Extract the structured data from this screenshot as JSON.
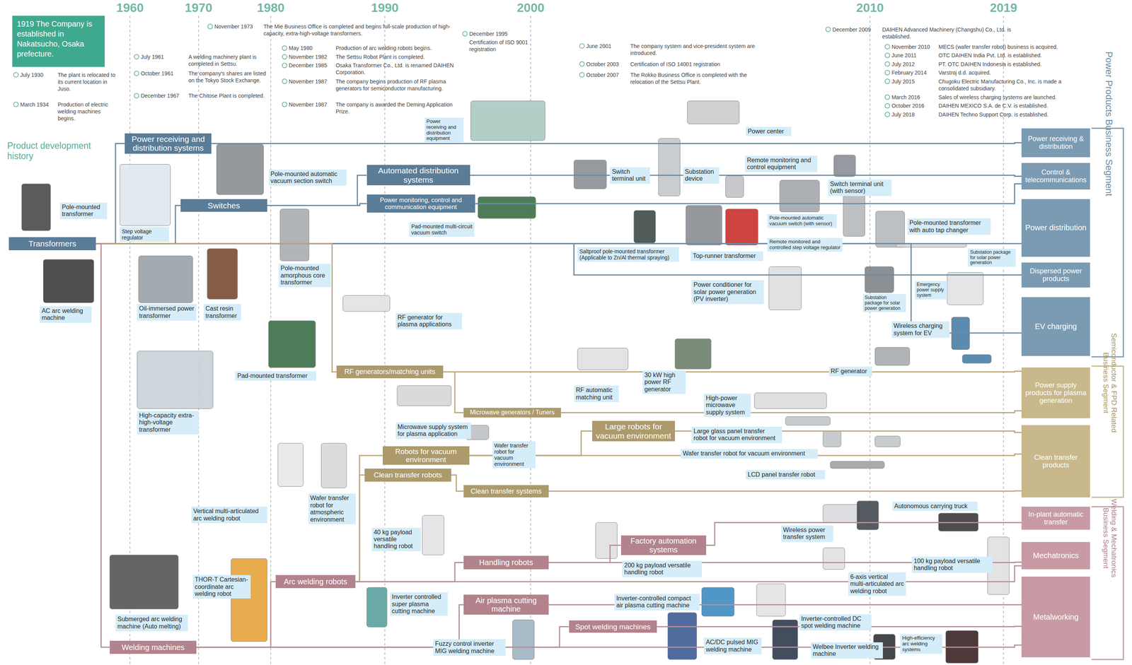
{
  "diagram": {
    "nodes": [
      {
        "text": [
          "1919 The Company is established in Nakatsucho, Osaka prefecture."
        ]
      },
      {
        "text": [
          "Power receiving and distribution systems"
        ]
      },
      {
        "text": [
          "Switches"
        ]
      },
      {
        "text": [
          "Transformers"
        ]
      },
      {
        "text": [
          "Automated distribution systems"
        ]
      },
      {
        "text": [
          "Power monitoring, control and communication equipment"
        ]
      },
      {
        "text": [
          "RF generators/matching units"
        ]
      },
      {
        "text": [
          "Microwave generators / Tuners"
        ]
      },
      {
        "text": [
          "Large robots for vacuum environment"
        ]
      },
      {
        "text": [
          "Robots for vacuum environment"
        ]
      },
      {
        "text": [
          "Clean transfer robots"
        ]
      },
      {
        "text": [
          "Clean transfer systems"
        ]
      },
      {
        "text": [
          "Factory automation systems"
        ]
      },
      {
        "text": [
          "Handling robots"
        ]
      },
      {
        "text": [
          "Arc welding robots"
        ]
      },
      {
        "text": [
          "Air plasma cutting machine"
        ]
      },
      {
        "text": [
          "Spot welding machines"
        ]
      },
      {
        "text": [
          "Welding machines"
        ]
      },
      {
        "text": [
          "Power receiving & distribution"
        ]
      },
      {
        "text": [
          "Control & telecommunications"
        ]
      },
      {
        "text": [
          "Power distribution"
        ]
      },
      {
        "text": [
          "Dispersed power products"
        ]
      },
      {
        "text": [
          "EV charging"
        ]
      },
      {
        "text": [
          "Power supply products for plasma generation"
        ]
      },
      {
        "text": [
          "Clean transfer products"
        ]
      },
      {
        "text": [
          "In-plant automatic transfer"
        ]
      },
      {
        "text": [
          "Mechatronics"
        ]
      },
      {
        "text": [
          "Metalworking"
        ]
      },
      {
        "text": [
          "Pole-mounted transformer"
        ]
      },
      {
        "text": [
          "AC arc welding machine"
        ]
      },
      {
        "text": [
          "Step voltage regulator"
        ]
      },
      {
        "text": [
          "Pole-mounted automatic vacuum section switch"
        ]
      },
      {
        "text": [
          "Oil-immersed power transformer"
        ]
      },
      {
        "text": [
          "Cast resin transformer"
        ]
      },
      {
        "text": [
          "Pole-mounted amorphous core transformer"
        ]
      },
      {
        "text": [
          "High-capacity extra-high-voltage transformer"
        ]
      },
      {
        "text": [
          "Pad-mounted transformer"
        ]
      },
      {
        "text": [
          "Power receiving and distribution equipment"
        ]
      },
      {
        "text": [
          "Pad-mounted multi-circuit vacuum switch"
        ]
      },
      {
        "text": [
          "RF generator for plasma applications"
        ]
      },
      {
        "text": [
          "Microwave supply system for plasma application"
        ]
      },
      {
        "text": [
          "Wafer transfer robot for vacuum environment"
        ]
      },
      {
        "text": [
          "Vertical multi-articulated arc welding robot"
        ]
      },
      {
        "text": [
          "Wafer transfer robot for atmospheric environment"
        ]
      },
      {
        "text": [
          "Submerged arc welding machine (Auto melting)"
        ]
      },
      {
        "text": [
          "THOR-T Cartesian-coordinate arc welding robot"
        ]
      },
      {
        "text": [
          "40 kg payload versatile handling robot"
        ]
      },
      {
        "text": [
          "Inverter controlled super plasma cutting machine"
        ]
      },
      {
        "text": [
          "Fuzzy control inverter MIG welding machine"
        ]
      },
      {
        "text": [
          "Switch terminal unit"
        ]
      },
      {
        "text": [
          "Substation device"
        ]
      },
      {
        "text": [
          "Power center"
        ]
      },
      {
        "text": [
          "Remote monitoring and control equipment"
        ]
      },
      {
        "text": [
          "Switch terminal unit (with sensor)"
        ]
      },
      {
        "text": [
          "Pole-mounted automatic vacuum switch (with sensor)"
        ]
      },
      {
        "text": [
          "Remote monitored and controlled step voltage regulator"
        ]
      },
      {
        "text": [
          "Saltproof pole-mounted transformer (Applicable to Zn/Al thermal spraying)"
        ]
      },
      {
        "text": [
          "Top-runner transformer"
        ]
      },
      {
        "text": [
          "Pole-mounted transformer with auto tap changer"
        ]
      },
      {
        "text": [
          "Substation package for solar power generation"
        ]
      },
      {
        "text": [
          "Power conditioner for solar power generation (PV inverter)"
        ]
      },
      {
        "text": [
          "Substation package for solar power generation"
        ]
      },
      {
        "text": [
          "Emergency power supply system"
        ]
      },
      {
        "text": [
          "Wireless charging system for EV"
        ]
      },
      {
        "text": [
          "RF automatic matching unit"
        ]
      },
      {
        "text": [
          "30 kW high power RF generator"
        ]
      },
      {
        "text": [
          "RF generator"
        ]
      },
      {
        "text": [
          "High-power microwave supply system"
        ]
      },
      {
        "text": [
          "Large glass panel transfer robot for vacuum environment"
        ]
      },
      {
        "text": [
          "Wafer transfer robot for vacuum environment"
        ]
      },
      {
        "text": [
          "LCD panel transfer robot"
        ]
      },
      {
        "text": [
          "Autonomous carrying truck"
        ]
      },
      {
        "text": [
          "Wireless power transfer system"
        ]
      },
      {
        "text": [
          "200 kg payload versatile handling robot"
        ]
      },
      {
        "text": [
          "6-axis vertical multi-articulated arc welding robot"
        ]
      },
      {
        "text": [
          "100 kg payload versatile handling robot"
        ]
      },
      {
        "text": [
          "Inverter-controlled compact air plasma cutting machine"
        ]
      },
      {
        "text": [
          "Inverter-controlled DC spot welding machine"
        ]
      },
      {
        "text": [
          "AC/DC pulsed MIG welding machine"
        ]
      },
      {
        "text": [
          "Welbee Inverter welding machine"
        ]
      },
      {
        "text": [
          "High-efficiency arc welding systems"
        ]
      }
    ],
    "edges": [
      {
        "from": 3,
        "to": 1,
        "arrow": "none"
      },
      {
        "from": 3,
        "to": 2,
        "arrow": "none"
      },
      {
        "from": 3,
        "to": 20,
        "arrow": "none"
      },
      {
        "from": 3,
        "to": 21,
        "arrow": "none"
      },
      {
        "from": 3,
        "to": 22,
        "arrow": "none"
      },
      {
        "from": 3,
        "to": 6,
        "arrow": "none"
      },
      {
        "from": 3,
        "to": 17,
        "arrow": "none"
      },
      {
        "from": 1,
        "to": 18,
        "arrow": "none"
      },
      {
        "from": 2,
        "to": 4,
        "arrow": "none"
      },
      {
        "from": 2,
        "to": 5,
        "arrow": "none"
      },
      {
        "from": 4,
        "to": 19,
        "arrow": "none"
      },
      {
        "from": 5,
        "to": 19,
        "arrow": "none"
      },
      {
        "from": 6,
        "to": 23,
        "arrow": "none"
      },
      {
        "from": 6,
        "to": 7,
        "arrow": "none"
      },
      {
        "from": 7,
        "to": 23,
        "arrow": "none"
      },
      {
        "from": 14,
        "to": 10,
        "arrow": "none"
      },
      {
        "from": 14,
        "to": 9,
        "arrow": "none"
      },
      {
        "from": 10,
        "to": 11,
        "arrow": "none"
      },
      {
        "from": 9,
        "to": 8,
        "arrow": "none"
      },
      {
        "from": 9,
        "to": 24,
        "arrow": "none"
      },
      {
        "from": 8,
        "to": 24,
        "arrow": "none"
      },
      {
        "from": 11,
        "to": 24,
        "arrow": "none"
      },
      {
        "from": 17,
        "to": 14,
        "arrow": "none"
      },
      {
        "from": 17,
        "to": 15,
        "arrow": "none"
      },
      {
        "from": 17,
        "to": 16,
        "arrow": "none"
      },
      {
        "from": 17,
        "to": 27,
        "arrow": "none"
      },
      {
        "from": 15,
        "to": 27,
        "arrow": "none"
      },
      {
        "from": 16,
        "to": 27,
        "arrow": "none"
      },
      {
        "from": 14,
        "to": 13,
        "arrow": "none"
      },
      {
        "from": 14,
        "to": 26,
        "arrow": "none"
      },
      {
        "from": 13,
        "to": 26,
        "arrow": "none"
      },
      {
        "from": 13,
        "to": 12,
        "arrow": "none"
      },
      {
        "from": 12,
        "to": 25,
        "arrow": "none"
      }
    ],
    "labels": [
      "1960",
      "1970",
      "1980",
      "1990",
      "2000",
      "2010",
      "2019",
      "Product development history",
      "July 1930",
      "The plant is relocated to its current location in Juso.",
      "March 1934",
      "Production of electric welding machines begins.",
      "July 1961",
      "A welding machinery plant is completed in Settsu.",
      "October 1961",
      "The company's shares are listed on the Tokyo Stock Exchange.",
      "December 1967",
      "The Chitose Plant is completed.",
      "November 1973",
      "The Mie Business Office is completed and begins full-scale production of high-capacity, extra-high-voltage transformers.",
      "May 1980",
      "Production of arc welding robots begins.",
      "November 1982",
      "The Settsu Robot Plant is completed.",
      "December 1985",
      "Osaka Transformer Co., Ltd. is renamed DAIHEN Corporation.",
      "November 1987",
      "The company begins production of RF plasma generators for semiconductor manufacturing.",
      "November 1987",
      "The company is awarded the Deming Application Prize.",
      "December 1995",
      "Certification of ISO 9001 registration",
      "June 2001",
      "The company system and vice-president system are introduced.",
      "October 2003",
      "Certification of ISO 14001 registration",
      "October 2007",
      "The Rokko Business Office is completed with the relocation of the Settsu Plant.",
      "December 2009",
      "DAIHEN Advanced Machinery (Changshu) Co., Ltd. is established.",
      "November 2010",
      "MECS (wafer transfer robot) business is acquired.",
      "June 2011",
      "OTC DAIHEN India Pvt. Ltd. is established.",
      "July 2012",
      "PT. OTC DAIHEN Indonesia is established.",
      "February 2014",
      "Varstroj d.d. acquired.",
      "July 2015",
      "Chugoku Electric Manufacturing Co., Inc. is made a consolidated subsidiary.",
      "March 2016",
      "Sales of wireless charging systems are launched.",
      "October 2016",
      "DAIHEN MEXICO S.A. de C.V. is established.",
      "July 2018",
      "DAIHEN Techno Support Corp. is established.",
      "Power Products Business Segment",
      "Semiconductor & FPD Related Business Segment",
      "Welding & Mechatronics Business Segment"
    ]
  }
}
